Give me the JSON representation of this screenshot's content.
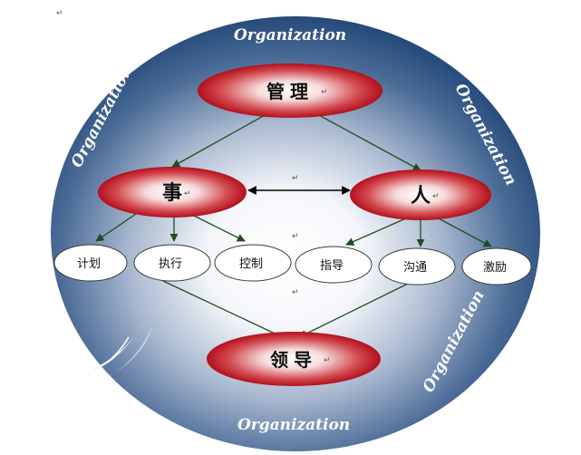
{
  "diagram": {
    "ring_label": "Organization",
    "top_node": "管理",
    "left_node": "事",
    "right_node": "人",
    "bottom_node": "领导",
    "left_children": [
      "计划",
      "执行",
      "控制"
    ],
    "right_children": [
      "指导",
      "沟通",
      "激励"
    ],
    "paragraph_mark": "↵"
  },
  "colors": {
    "outer_ring": "#1e4a7e",
    "inner_glow": "#ffffff",
    "node_red": "#c0141e",
    "arrow": "#1f4d1f"
  }
}
